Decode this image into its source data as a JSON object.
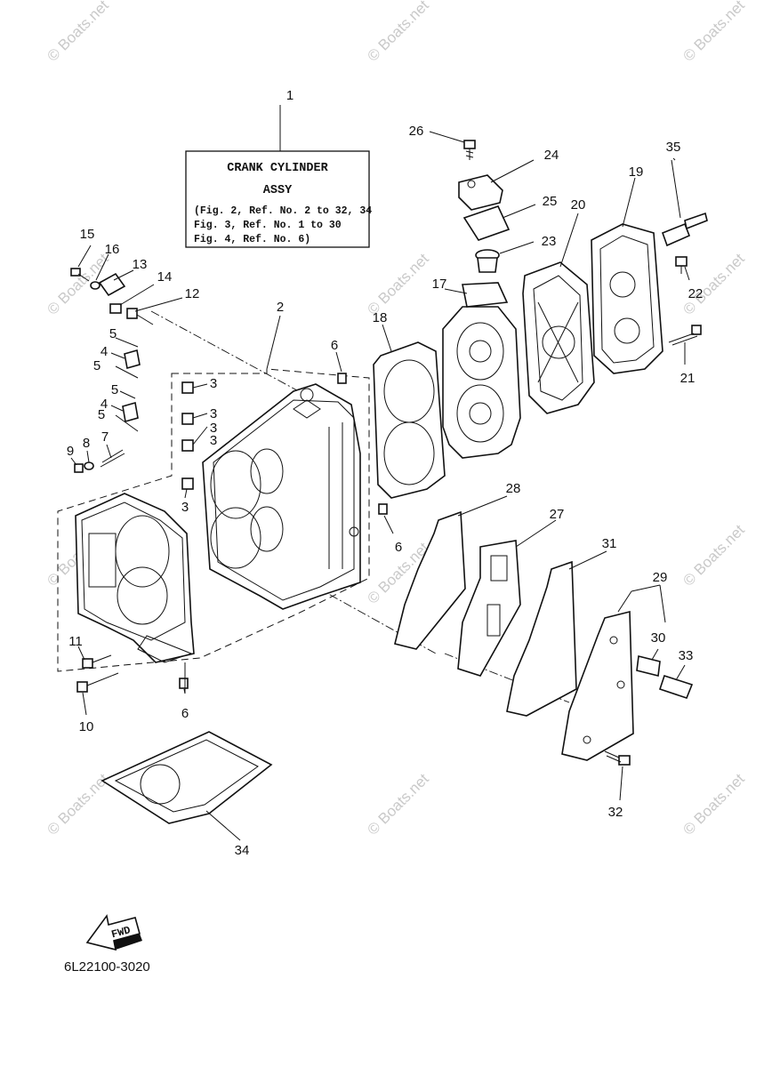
{
  "assembly_box": {
    "line1": "CRANK CYLINDER",
    "line2": "ASSY",
    "fig_lines": [
      "(Fig. 2, Ref. No. 2 to 32, 34",
      " Fig. 3, Ref. No. 1 to 30",
      " Fig. 4, Ref. No. 6)"
    ]
  },
  "callouts": [
    "1",
    "2",
    "3",
    "3",
    "3",
    "3",
    "3",
    "4",
    "4",
    "5",
    "5",
    "5",
    "5",
    "6",
    "6",
    "6",
    "7",
    "8",
    "9",
    "10",
    "11",
    "12",
    "13",
    "14",
    "15",
    "16",
    "17",
    "18",
    "19",
    "20",
    "21",
    "22",
    "23",
    "24",
    "25",
    "26",
    "27",
    "28",
    "29",
    "30",
    "31",
    "32",
    "33",
    "34",
    "35"
  ],
  "fwd_label": "FWD",
  "diagram_code": "6L22100-3020",
  "watermark": "© Boats.net"
}
